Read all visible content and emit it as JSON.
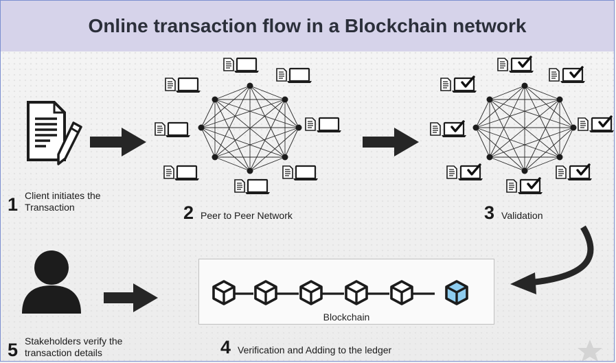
{
  "title": "Online transaction flow in a Blockchain network",
  "steps": [
    {
      "number": "1",
      "label": "Client initiates the Transaction"
    },
    {
      "number": "2",
      "label": "Peer to Peer Network"
    },
    {
      "number": "3",
      "label": "Validation"
    },
    {
      "number": "4",
      "label": "Verification and Adding to the ledger"
    },
    {
      "number": "5",
      "label": "Stakeholders verify the transaction details"
    }
  ],
  "blockchain": {
    "label": "Blockchain",
    "block_count": 6,
    "highlight_color": "#8ecdf0"
  },
  "colors": {
    "title_band": "#d6d3ea",
    "arrow": "#262626",
    "icon": "#1c1c1c"
  },
  "icons": [
    "document-pen-icon",
    "laptop-icon",
    "check-icon",
    "cube-icon",
    "person-icon",
    "star-icon"
  ]
}
